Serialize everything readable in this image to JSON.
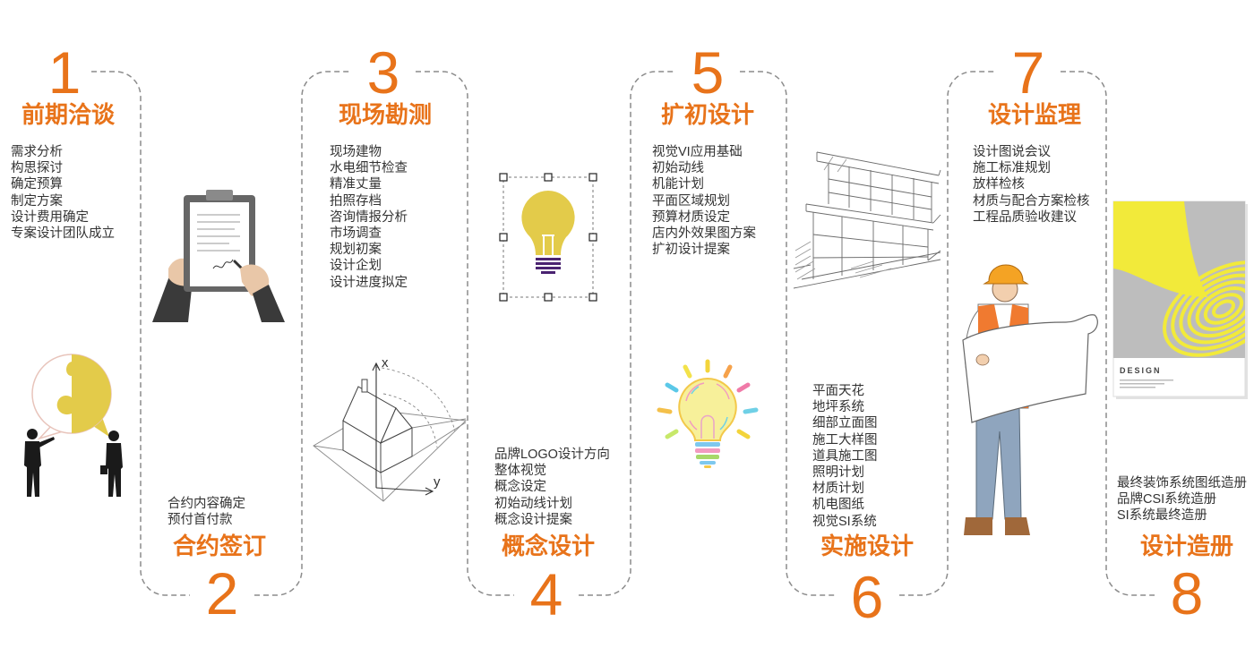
{
  "steps": [
    {
      "number": "1",
      "title": "前期洽谈",
      "items": [
        "需求分析",
        "构思探讨",
        "确定预算",
        "制定方案",
        "设计费用确定",
        "专案设计团队成立"
      ]
    },
    {
      "number": "2",
      "title": "合约签订",
      "items": [
        "合约内容确定",
        "预付首付款"
      ]
    },
    {
      "number": "3",
      "title": "现场勘测",
      "items": [
        "现场建物",
        "水电细节检查",
        "精准丈量",
        "拍照存档",
        "咨询情报分析",
        "市场调查",
        "规划初案",
        "设计企划",
        "设计进度拟定"
      ]
    },
    {
      "number": "4",
      "title": "概念设计",
      "items": [
        "品牌LOGO设计方向",
        "整体视觉",
        "概念设定",
        "初始动线计划",
        "概念设计提案"
      ]
    },
    {
      "number": "5",
      "title": "扩初设计",
      "items": [
        "视觉VI应用基础",
        "初始动线",
        "机能计划",
        "平面区域规划",
        "预算材质设定",
        "店内外效果图方案",
        "扩初设计提案"
      ]
    },
    {
      "number": "6",
      "title": "实施设计",
      "items": [
        "平面天花",
        "地坪系统",
        "细部立面图",
        "施工大样图",
        "道具施工图",
        "照明计划",
        "材质计划",
        "机电图纸",
        "视觉SI系统"
      ]
    },
    {
      "number": "7",
      "title": "设计监理",
      "items": [
        "设计图说会议",
        "施工标准规划",
        "放样检核",
        "材质与配合方案检核",
        "工程品质验收建议"
      ]
    },
    {
      "number": "8",
      "title": "设计造册",
      "items": [
        "最终装饰系统图纸造册",
        "品牌CSI系统造册",
        "SI系统最终造册"
      ]
    }
  ],
  "illustrations": {
    "house_sketch": {
      "axis_x_label": "x",
      "axis_y_label": "y"
    },
    "book_cover": {
      "title": "DESIGN"
    }
  },
  "colors": {
    "accent": "#E8731A",
    "text": "#333333",
    "connector": "#8c8c8c",
    "bulb_yellow": "#E3CB4A",
    "book_yellow": "#F2EA3A"
  }
}
